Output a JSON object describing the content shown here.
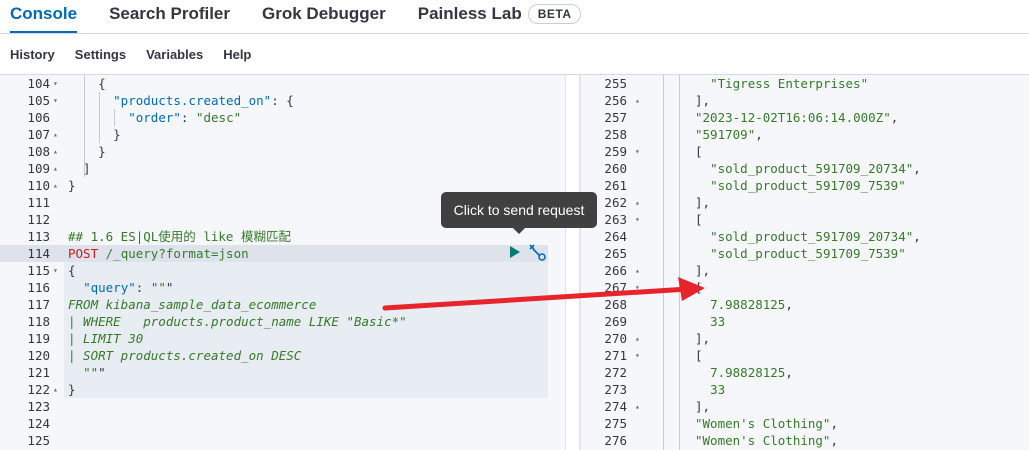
{
  "topnav": {
    "tabs": [
      "Console",
      "Search Profiler",
      "Grok Debugger",
      "Painless Lab"
    ],
    "beta_label": "BETA"
  },
  "subnav": {
    "items": [
      "History",
      "Settings",
      "Variables",
      "Help"
    ]
  },
  "editor": {
    "lines": [
      {
        "n": "104",
        "fold": "▾",
        "text": "    {"
      },
      {
        "n": "105",
        "fold": "▾",
        "text": "      \"products.created_on\": {"
      },
      {
        "n": "106",
        "fold": "",
        "text": "        \"order\": \"desc\""
      },
      {
        "n": "107",
        "fold": "▴",
        "text": "      }"
      },
      {
        "n": "108",
        "fold": "▴",
        "text": "    }"
      },
      {
        "n": "109",
        "fold": "▴",
        "text": "  ]"
      },
      {
        "n": "110",
        "fold": "▴",
        "text": "}"
      },
      {
        "n": "111",
        "fold": "",
        "text": ""
      },
      {
        "n": "112",
        "fold": "",
        "text": ""
      },
      {
        "n": "113",
        "fold": "",
        "text": "## 1.6 ES|QL使用的 like 模糊匹配"
      },
      {
        "n": "114",
        "fold": "",
        "text": "POST /_query?format=json"
      },
      {
        "n": "115",
        "fold": "▾",
        "text": "{"
      },
      {
        "n": "116",
        "fold": "",
        "text": "  \"query\": \"\"\""
      },
      {
        "n": "117",
        "fold": "",
        "text": "FROM kibana_sample_data_ecommerce"
      },
      {
        "n": "118",
        "fold": "",
        "text": "| WHERE   products.product_name LIKE \"Basic*\""
      },
      {
        "n": "119",
        "fold": "",
        "text": "| LIMIT 30"
      },
      {
        "n": "120",
        "fold": "",
        "text": "| SORT products.created_on DESC"
      },
      {
        "n": "121",
        "fold": "",
        "text": "  \"\"\""
      },
      {
        "n": "122",
        "fold": "▴",
        "text": "}"
      },
      {
        "n": "123",
        "fold": "",
        "text": ""
      },
      {
        "n": "124",
        "fold": "",
        "text": ""
      },
      {
        "n": "125",
        "fold": "",
        "text": ""
      }
    ]
  },
  "tooltip": {
    "text": "Click to send request"
  },
  "output": {
    "lines": [
      {
        "n": "255",
        "fold": "",
        "text": "  \"Tigress Enterprises\""
      },
      {
        "n": "256",
        "fold": "▴",
        "text": "],"
      },
      {
        "n": "257",
        "fold": "",
        "text": "\"2023-12-02T16:06:14.000Z\","
      },
      {
        "n": "258",
        "fold": "",
        "text": "\"591709\","
      },
      {
        "n": "259",
        "fold": "▾",
        "text": "["
      },
      {
        "n": "260",
        "fold": "",
        "text": "  \"sold_product_591709_20734\","
      },
      {
        "n": "261",
        "fold": "",
        "text": "  \"sold_product_591709_7539\""
      },
      {
        "n": "262",
        "fold": "▴",
        "text": "],"
      },
      {
        "n": "263",
        "fold": "▾",
        "text": "["
      },
      {
        "n": "264",
        "fold": "",
        "text": "  \"sold_product_591709_20734\","
      },
      {
        "n": "265",
        "fold": "",
        "text": "  \"sold_product_591709_7539\""
      },
      {
        "n": "266",
        "fold": "▴",
        "text": "],"
      },
      {
        "n": "267",
        "fold": "▾",
        "text": "["
      },
      {
        "n": "268",
        "fold": "",
        "text": "  7.98828125,"
      },
      {
        "n": "269",
        "fold": "",
        "text": "  33"
      },
      {
        "n": "270",
        "fold": "▴",
        "text": "],"
      },
      {
        "n": "271",
        "fold": "▾",
        "text": "["
      },
      {
        "n": "272",
        "fold": "",
        "text": "  7.98828125,"
      },
      {
        "n": "273",
        "fold": "",
        "text": "  33"
      },
      {
        "n": "274",
        "fold": "▴",
        "text": "],"
      },
      {
        "n": "275",
        "fold": "",
        "text": "\"Women's Clothing\","
      },
      {
        "n": "276",
        "fold": "",
        "text": "\"Women's Clothing\","
      }
    ]
  },
  "colors": {
    "accent": "#006bb8",
    "string": "#387a2a",
    "method": "#c61e25",
    "play": "#017d73",
    "arrow": "#e7242b"
  },
  "icons": {
    "play": "play-icon",
    "wrench": "wrench-icon"
  }
}
